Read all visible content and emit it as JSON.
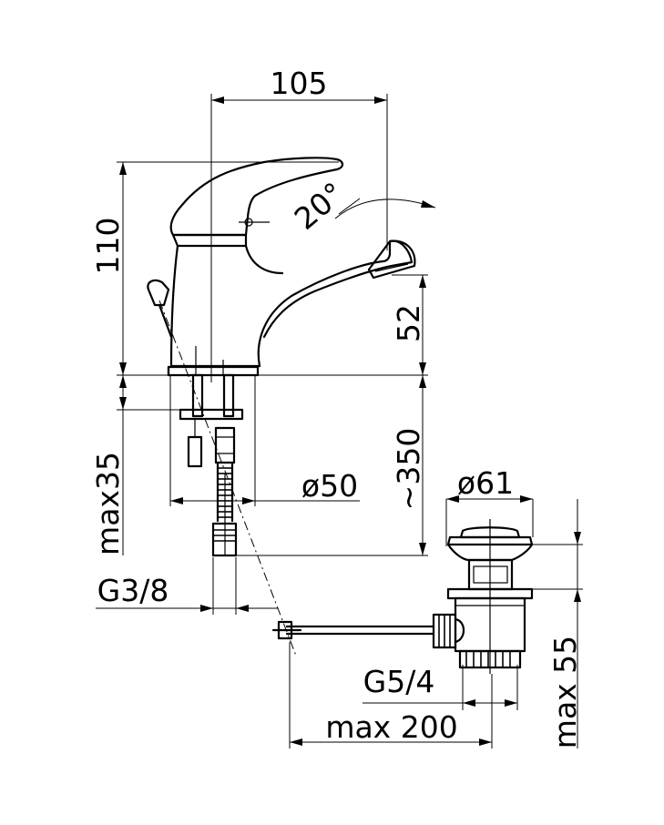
{
  "labels": {
    "width_105": "105",
    "height_110": "110",
    "angle_20": "20°",
    "spout_52": "52",
    "base_max35": "max35",
    "diameter_50": "ø50",
    "hose_350": "~350",
    "thread_g38": "G3/8",
    "waste_d61": "ø61",
    "thread_g54": "G5/4",
    "rod_max200": "max 200",
    "waste_max55": "max 55"
  }
}
